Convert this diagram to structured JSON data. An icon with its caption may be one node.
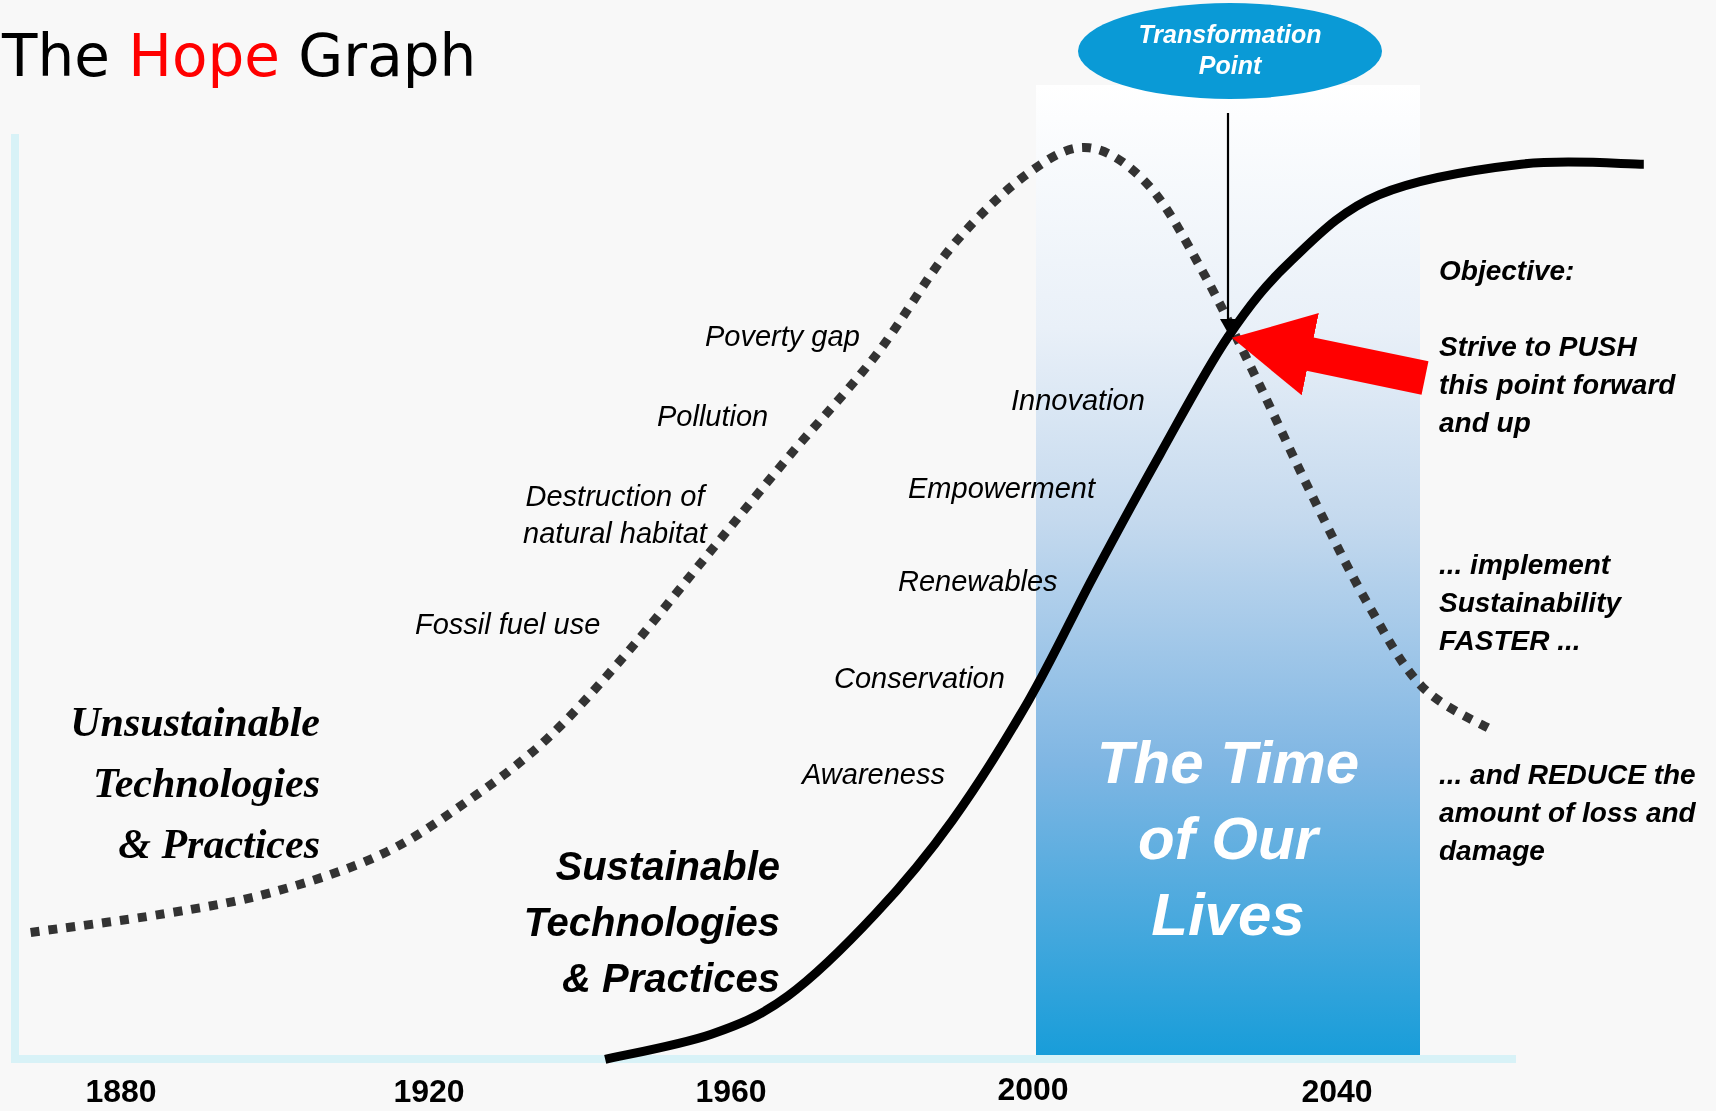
{
  "diagram": {
    "title": "The Hope Graph",
    "nodes": [
      {
        "text": [
          "Transformation Point"
        ]
      },
      {
        "text": [
          "The Time of Our Lives"
        ]
      },
      {
        "text": [
          "Strive to PUSH this point forward and up"
        ]
      },
      {
        "text": [],
        "shape": "circle",
        "in": 1
      }
    ],
    "edges": [
      {
        "from": 0,
        "to": 3,
        "arrow": "to"
      },
      {
        "from": 2,
        "to": 3,
        "arrow": "to",
        "style": "thick",
        "color": "#ff0000"
      }
    ],
    "labels": [
      "Objective:",
      "Poverty gap",
      "Innovation",
      "Pollution",
      "Empowerment",
      "Destruction of natural habitat",
      "Renewables",
      "... implement Sustainability FASTER ...",
      "Fossil fuel use",
      "Conservation",
      "Unsustainable Technologies & Practices",
      "Awareness",
      "... and REDUCE the amount of loss and damage",
      "Sustainable Technologies & Practices",
      "1880",
      "1920",
      "1960",
      "2000",
      "2040"
    ]
  }
}
